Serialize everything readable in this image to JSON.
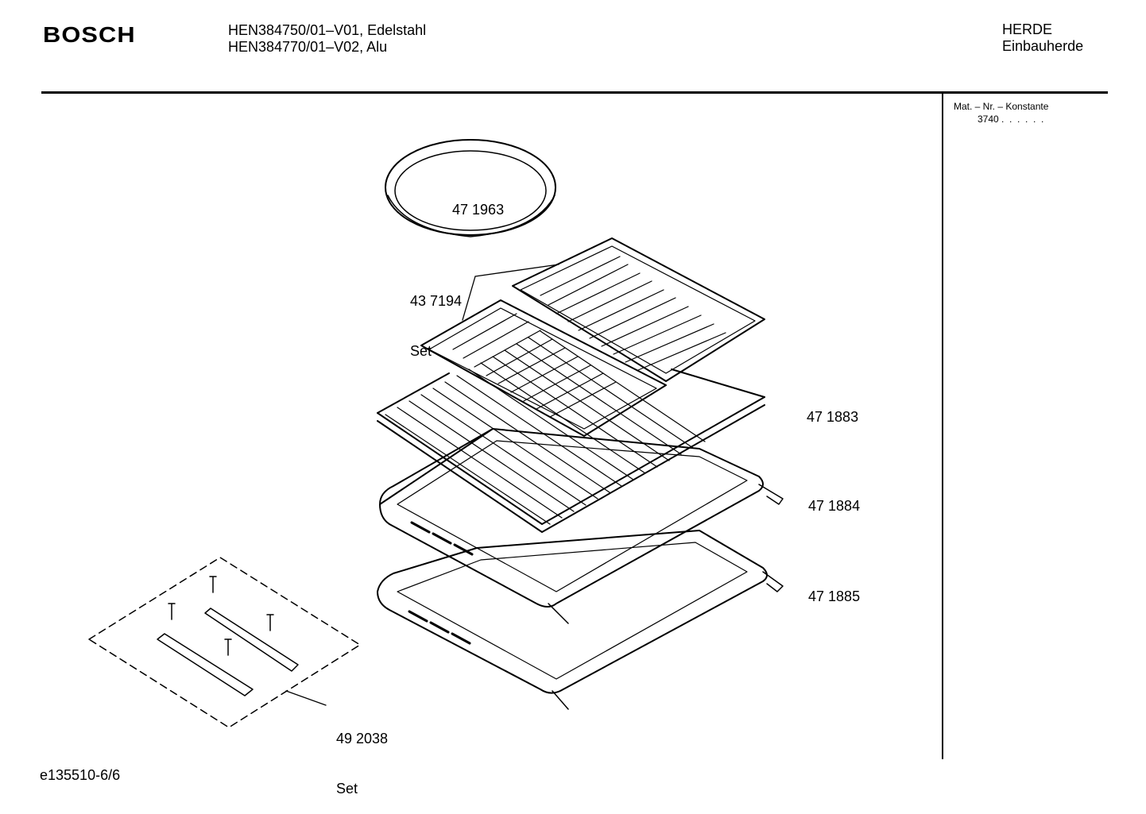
{
  "header": {
    "brand": "BOSCH",
    "models": [
      "HEN384750/01–V01, Edelstahl",
      "HEN384770/01–V02, Alu"
    ],
    "category": "HERDE",
    "subcategory": "Einbauherde"
  },
  "side_panel": {
    "title": "Mat. – Nr. – Konstante",
    "value": "3740 .  .  .  .  .  ."
  },
  "parts": [
    {
      "number": "47 1963",
      "label": ""
    },
    {
      "number": "43 7194",
      "label": "Set"
    },
    {
      "number": "47 1883",
      "label": ""
    },
    {
      "number": "47 1884",
      "label": ""
    },
    {
      "number": "47 1885",
      "label": ""
    },
    {
      "number": "49 2038",
      "label": "Set"
    }
  ],
  "footer": {
    "doc_id": "e135510-6/6"
  }
}
